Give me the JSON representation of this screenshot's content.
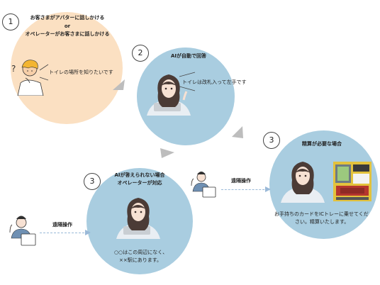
{
  "steps": {
    "step1": {
      "number": "1",
      "line1": "お客さまがアバターに話しかける",
      "line2": "or",
      "line3": "オペレーターがお客さまに話しかける",
      "speech": "トイレの場所を知りたいです"
    },
    "step2": {
      "number": "2",
      "title": "AIが自動で回答",
      "speech": "トイレは改札入って左手です"
    },
    "step3_payment": {
      "number": "3",
      "title": "精算が必要な場合",
      "message_line1": "お手持ちのカードをICトレーに乗せてくだ",
      "message_line2": "さい。精算いたします。"
    },
    "step3_unanswerable": {
      "number": "3",
      "title_line1": "AIが答えられない場合",
      "title_line2": "オペレーターが対応",
      "message_line1": "○○はこの周辺になく、",
      "message_line2": "××駅にあります。"
    }
  },
  "remote": {
    "label_top": "遠隔操作",
    "label_bottom": "遠隔操作"
  },
  "colors": {
    "step1_bg": "#fbe0c2",
    "step_bg": "#a9cde0",
    "arrow_gray": "#bdbdbd",
    "dashed_line": "#9ab9d8",
    "hair": "#4b3b36",
    "shirt": "#e9eef3",
    "laptop": "#d6dadd"
  }
}
